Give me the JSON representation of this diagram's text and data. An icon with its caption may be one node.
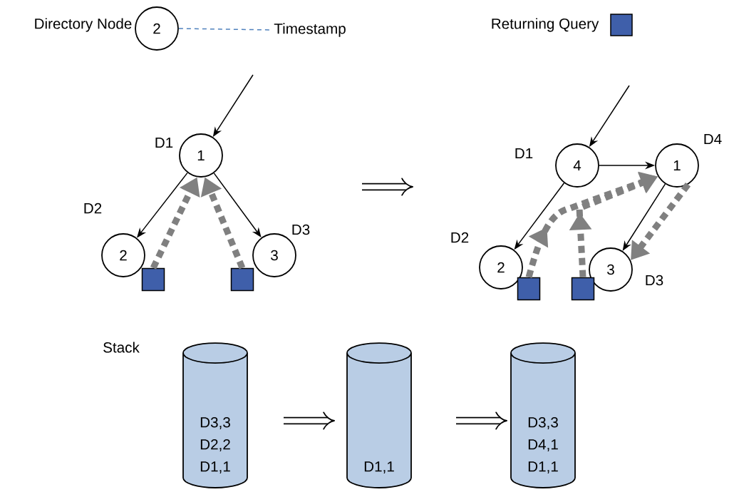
{
  "diagram": {
    "nodes": [
      {
        "text": [
          "2"
        ],
        "beside": [
          "Directory Node"
        ]
      },
      {
        "text": [
          "Timestamp"
        ]
      },
      {
        "text": [
          "1"
        ],
        "beside": [
          "D1"
        ]
      },
      {
        "text": [
          "2"
        ],
        "beside": [
          "D2"
        ]
      },
      {
        "text": [
          "3"
        ],
        "beside": [
          "D3"
        ]
      },
      {
        "text": [],
        "shape": "box"
      },
      {
        "text": [],
        "shape": "box"
      },
      {
        "text": [
          "4"
        ],
        "beside": [
          "D1"
        ]
      },
      {
        "text": [
          "1"
        ],
        "beside": [
          "D4"
        ]
      },
      {
        "text": [
          "2"
        ],
        "beside": [
          "D2"
        ]
      },
      {
        "text": [
          "3"
        ],
        "beside": [
          "D3"
        ]
      },
      {
        "text": [],
        "shape": "box"
      },
      {
        "text": [],
        "shape": "box"
      },
      {
        "text": [
          "D3,3",
          "D2,2",
          "D1,1"
        ]
      },
      {
        "text": [
          "D1,1"
        ]
      },
      {
        "text": [
          "D3,3",
          "D4,1",
          "D1,1"
        ]
      }
    ],
    "edges": [
      {
        "from": 0,
        "to": 1,
        "arrow": "none",
        "style": "dashed",
        "color": "#4f81bd"
      },
      {
        "from": null,
        "to": 2,
        "arrow": "to"
      },
      {
        "from": 2,
        "to": 3,
        "arrow": "to"
      },
      {
        "from": 2,
        "to": 4,
        "arrow": "to"
      },
      {
        "from": 5,
        "to": 2,
        "arrow": "to",
        "style": "dashed",
        "color": "#808080"
      },
      {
        "from": 6,
        "to": 2,
        "arrow": "to",
        "style": "dashed",
        "color": "#808080"
      },
      {
        "from": null,
        "to": 7,
        "arrow": "to"
      },
      {
        "from": 7,
        "to": 8,
        "arrow": "to"
      },
      {
        "from": 7,
        "to": 9,
        "arrow": "to"
      },
      {
        "from": 8,
        "to": 10,
        "arrow": "to"
      },
      {
        "from": 11,
        "to": 8,
        "arrow": "to",
        "style": "dashed",
        "color": "#808080"
      },
      {
        "from": 12,
        "to": 8,
        "arrow": "to",
        "style": "dashed",
        "color": "#808080"
      },
      {
        "from": 8,
        "to": 10,
        "arrow": "to",
        "style": "dashed",
        "color": "#808080"
      }
    ],
    "labels": [
      "Stack"
    ],
    "legend": [
      {
        "text": "Returning Query",
        "color": "#3f5faa"
      }
    ]
  }
}
